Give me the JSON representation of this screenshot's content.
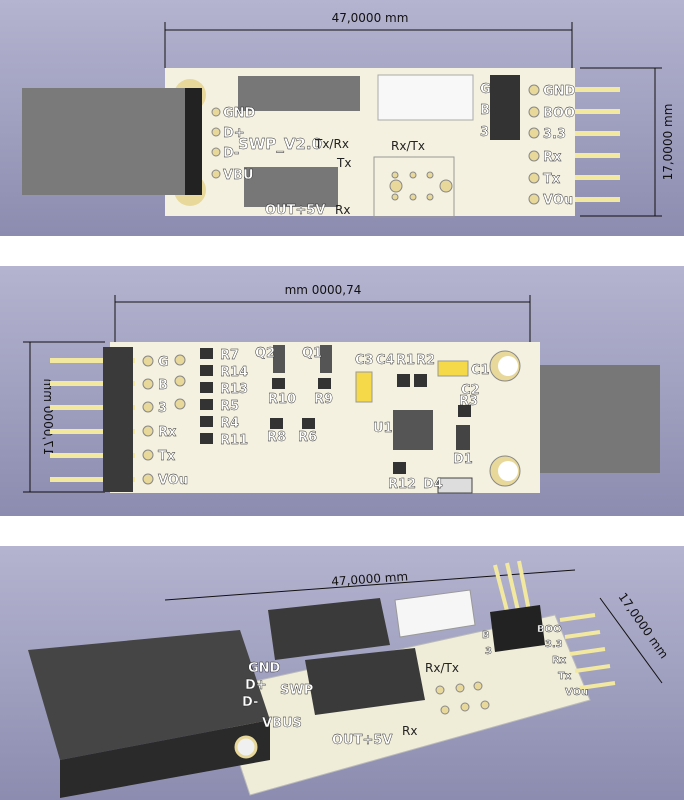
{
  "dimensions": {
    "length": "47,0000 mm",
    "width": "17,0000 mm"
  },
  "top_view": {
    "board_name": "SWP_V2.0",
    "usb_labels": [
      "GND",
      "D+",
      "D-",
      "VBU"
    ],
    "pin_labels": [
      "GND",
      "BOO",
      "3.3",
      "Rx",
      "Tx",
      "VOu"
    ],
    "header_labels": [
      "G",
      "B",
      "3"
    ],
    "silk": {
      "tx_rx": "Tx/Rx",
      "rx_tx": "Rx/Tx",
      "tx": "Tx",
      "rx": "Rx",
      "out": "OUT+5V"
    }
  },
  "bottom_view": {
    "pin_labels": [
      "G",
      "B",
      "3",
      "Rx",
      "Tx",
      "VOu"
    ],
    "resistors_left": [
      "R7",
      "R14",
      "R13",
      "R5",
      "R4",
      "R11"
    ],
    "components": [
      "Q2",
      "Q1",
      "R10",
      "R9",
      "R8",
      "R6",
      "C3",
      "C4",
      "R1",
      "R2",
      "C1",
      "C2",
      "R3",
      "U1",
      "D1",
      "R12",
      "D4"
    ],
    "dim_mirrored": "mm 0000,74",
    "dim_vertical_mirrored": "17,0000 mm"
  },
  "perspective_view": {
    "labels": [
      "GND",
      "D+",
      "D-",
      "SWP",
      "VBUS",
      "OUT+5V",
      "Rx/Tx",
      "Rx",
      "BOO",
      "3.3",
      "Rx",
      "Tx",
      "VOu",
      "B",
      "3"
    ]
  },
  "colors": {
    "background": "#9a9abb",
    "board": "#f4f1e0",
    "pad": "#e8d89a",
    "component": "#555555"
  }
}
